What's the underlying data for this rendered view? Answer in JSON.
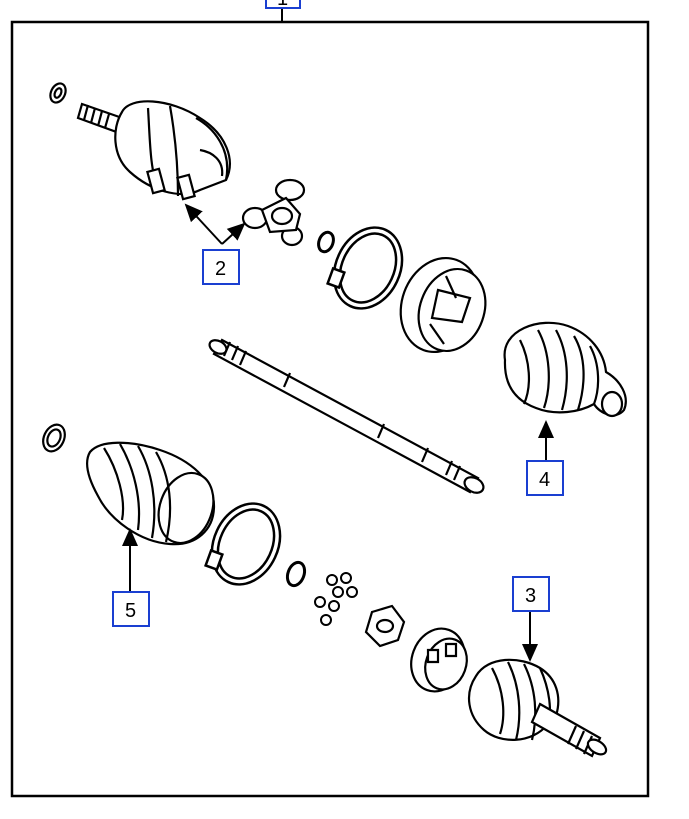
{
  "diagram": {
    "top_callout": "1",
    "callouts": [
      {
        "id": "callout-2",
        "label": "2"
      },
      {
        "id": "callout-3",
        "label": "3"
      },
      {
        "id": "callout-4",
        "label": "4"
      },
      {
        "id": "callout-5",
        "label": "5"
      }
    ],
    "colors": {
      "line": "#000000",
      "callout_border": "#1a3fd1",
      "background": "#ffffff"
    }
  }
}
